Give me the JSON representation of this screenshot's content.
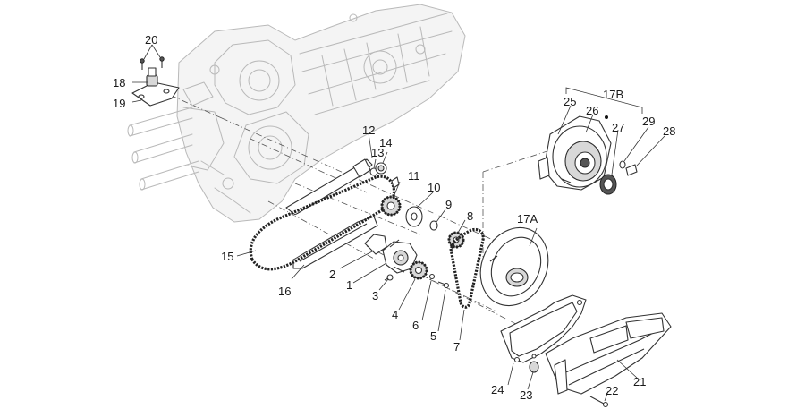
{
  "callouts": {
    "c1": "1",
    "c2": "2",
    "c3": "3",
    "c4": "4",
    "c5": "5",
    "c6": "6",
    "c7": "7",
    "c8": "8",
    "c9": "9",
    "c10": "10",
    "c11": "11",
    "c12": "12",
    "c13": "13",
    "c14": "14",
    "c15": "15",
    "c16": "16",
    "c17A": "17A",
    "c17B": "17B",
    "c18": "18",
    "c19": "19",
    "c20": "20",
    "c21": "21",
    "c22": "22",
    "c23": "23",
    "c24": "24",
    "c25": "25",
    "c26": "26",
    "c27": "27",
    "c28": "28",
    "c29": "29"
  }
}
